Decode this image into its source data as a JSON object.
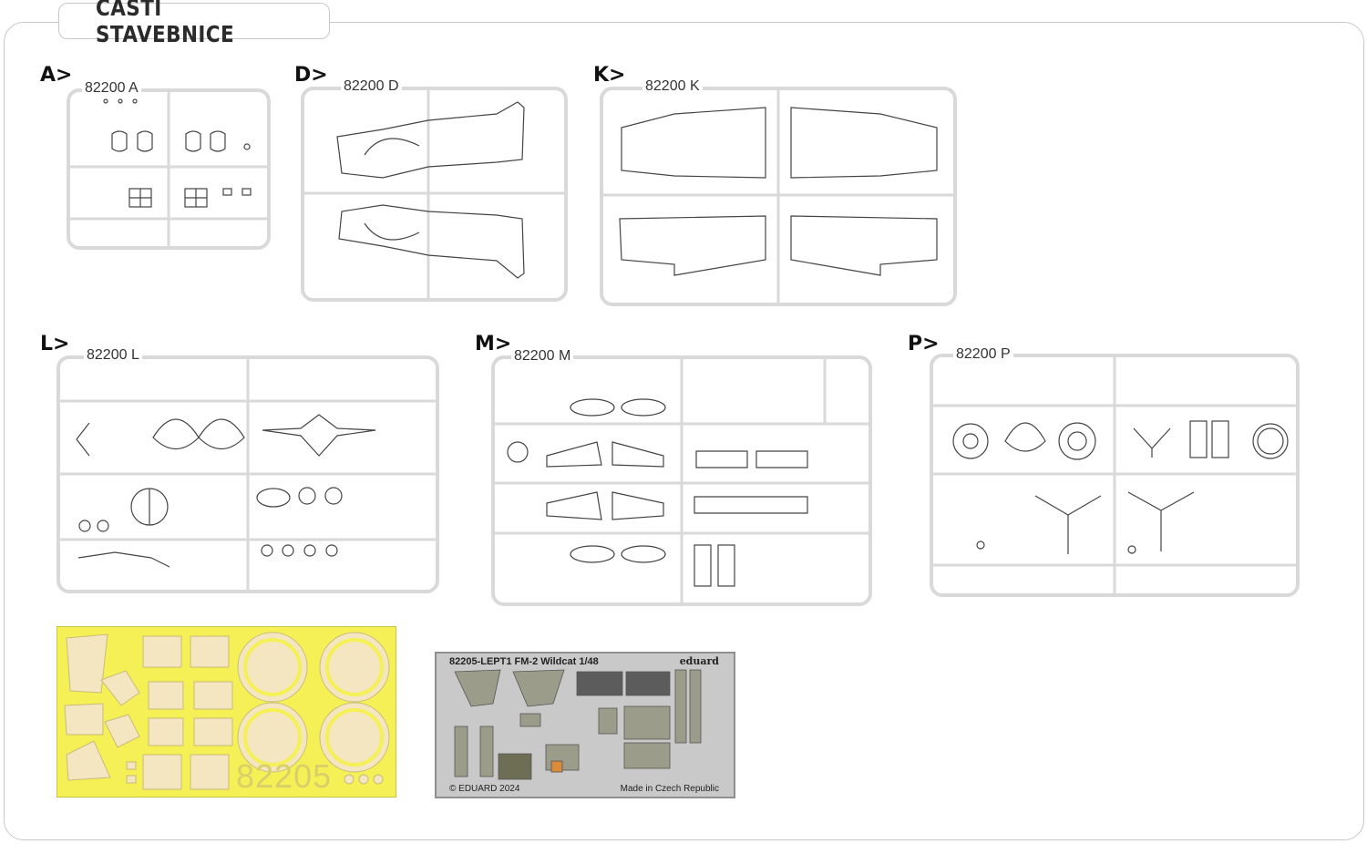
{
  "page": {
    "title": "ČÁSTI STAVEBNICE"
  },
  "sprues": [
    {
      "letter": "A>",
      "code": "82200 A"
    },
    {
      "letter": "D>",
      "code": "82200 D"
    },
    {
      "letter": "K>",
      "code": "82200 K"
    },
    {
      "letter": "L>",
      "code": "82200 L"
    },
    {
      "letter": "M>",
      "code": "82200 M"
    },
    {
      "letter": "P>",
      "code": "82200 P"
    }
  ],
  "mask_sheet": {
    "code": "82205",
    "color": "#f5f056"
  },
  "photo_etch": {
    "header": "82205-LEPT1  FM-2 Wildcat   1/48",
    "brand": "eduard",
    "copyright": "© EDUARD 2024",
    "made_in": "Made in Czech Republic"
  }
}
